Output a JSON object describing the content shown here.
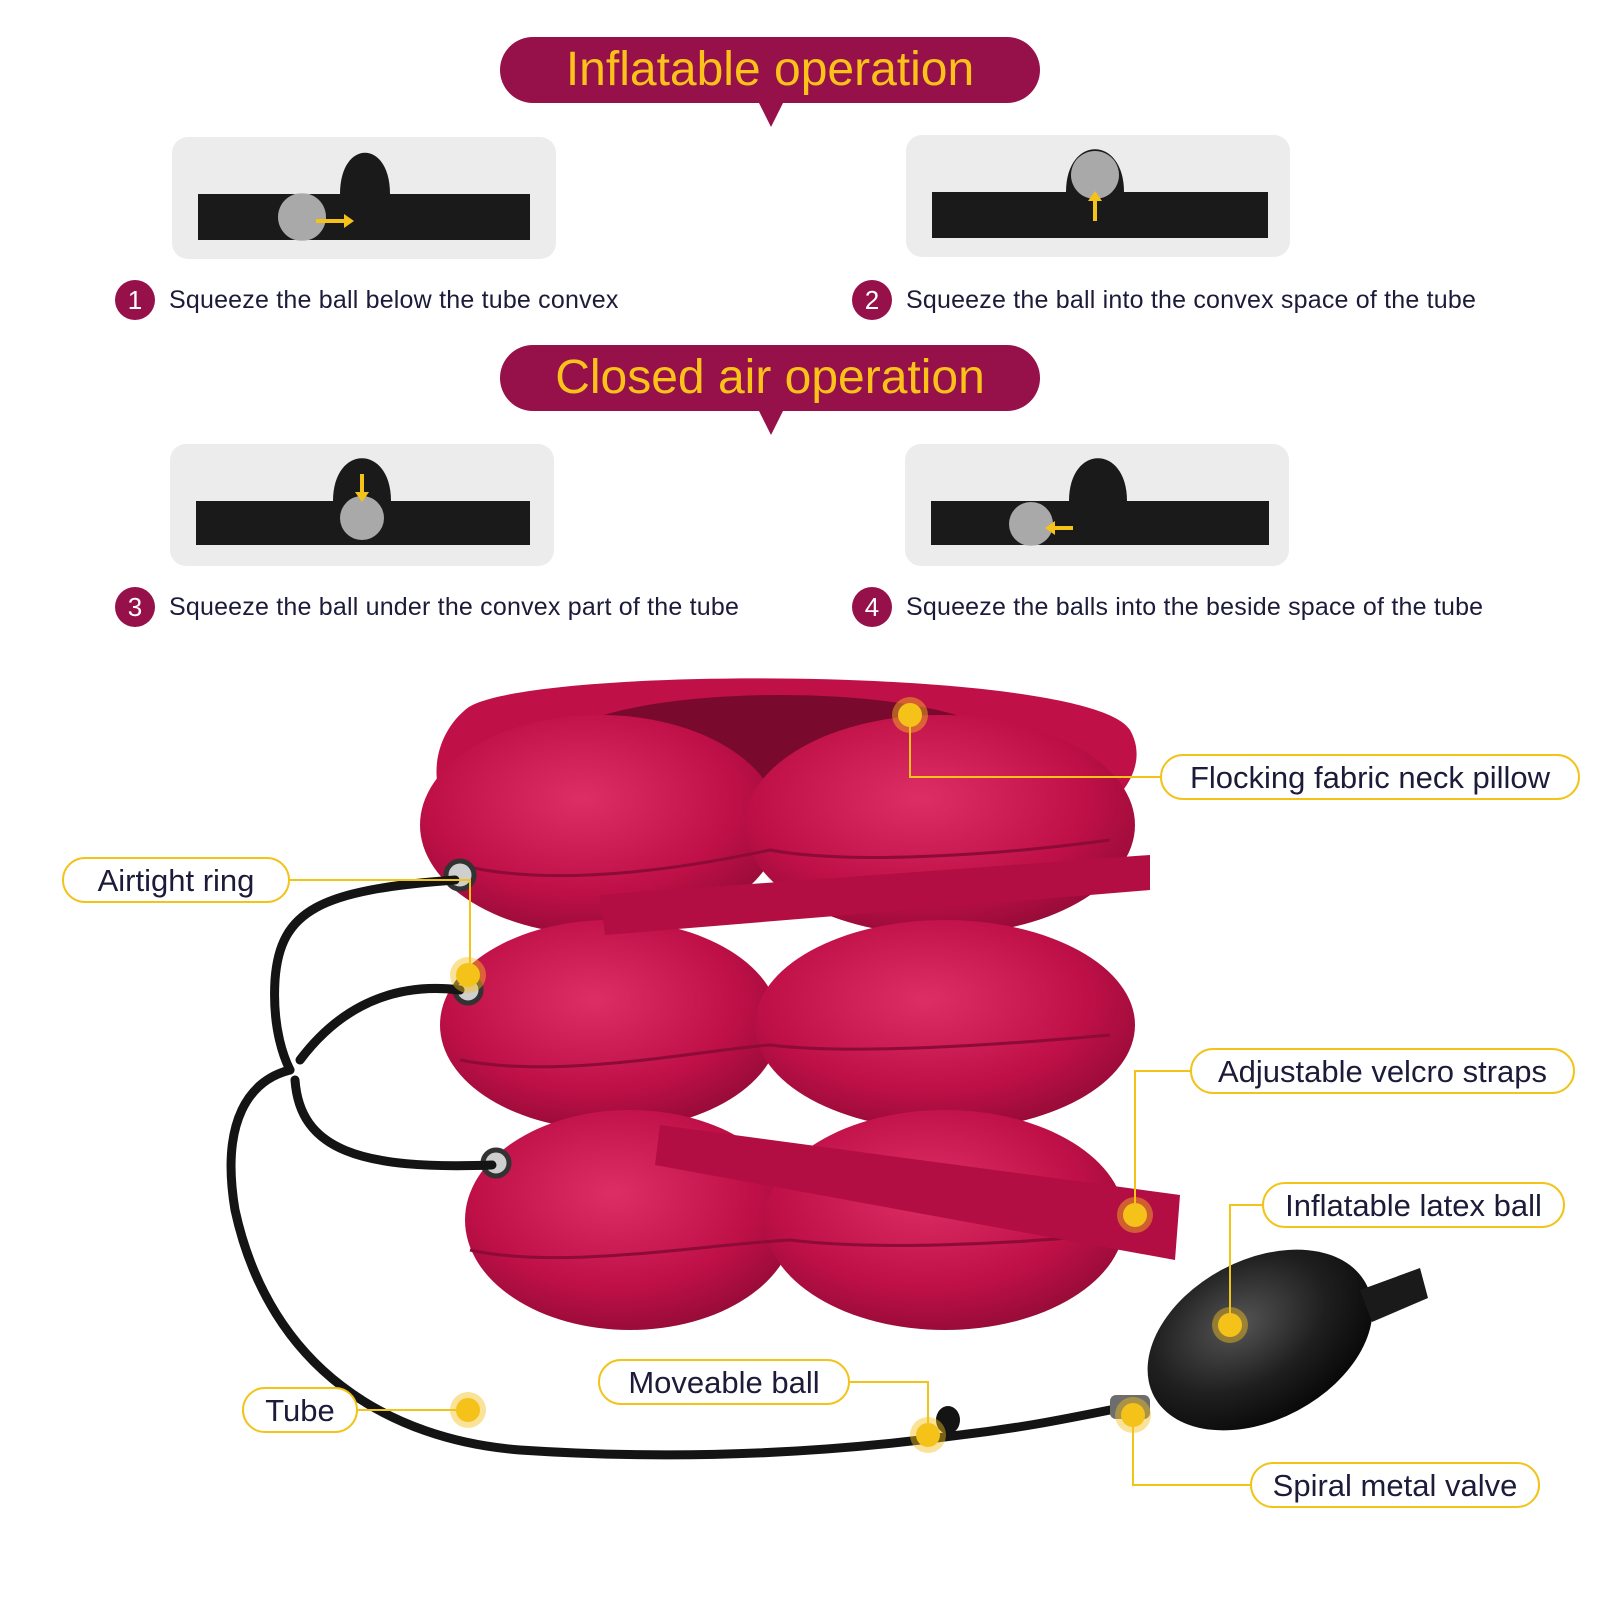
{
  "banners": {
    "inflatable": "Inflatable operation",
    "closed": "Closed air operation"
  },
  "steps": [
    {
      "number": "1",
      "text": "Squeeze the ball below the tube convex"
    },
    {
      "number": "2",
      "text": "Squeeze the ball into the convex space of the tube"
    },
    {
      "number": "3",
      "text": "Squeeze the ball under the convex part of the tube"
    },
    {
      "number": "4",
      "text": "Squeeze the balls into the beside space of the tube"
    }
  ],
  "parts": {
    "neck_pillow": "Flocking fabric neck pillow",
    "airtight_ring": "Airtight ring",
    "velcro_straps": "Adjustable velcro straps",
    "latex_ball": "Inflatable latex ball",
    "moveable_ball": "Moveable ball",
    "tube": "Tube",
    "metal_valve": "Spiral metal valve"
  },
  "colors": {
    "brand": "#96104a",
    "banner_text": "#fbc21a",
    "pillow": "#c8104a",
    "callout": "#f2c318"
  }
}
